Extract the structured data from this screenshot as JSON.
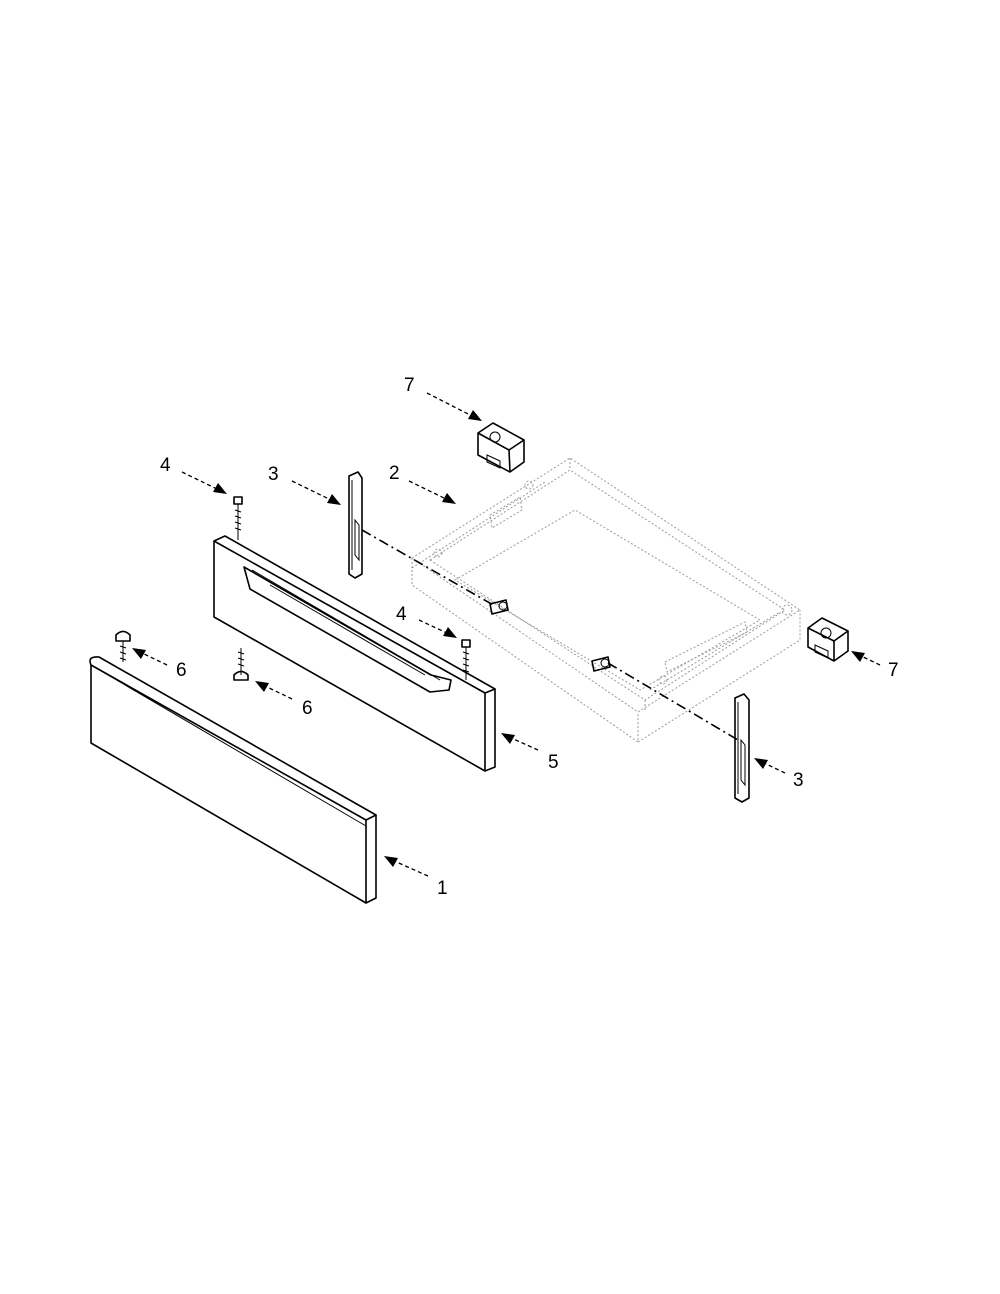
{
  "diagram": {
    "callouts": [
      {
        "id": "callout-7-top",
        "label": "7"
      },
      {
        "id": "callout-4-left",
        "label": "4"
      },
      {
        "id": "callout-3-left",
        "label": "3"
      },
      {
        "id": "callout-2",
        "label": "2"
      },
      {
        "id": "callout-4-mid",
        "label": "4"
      },
      {
        "id": "callout-6-upper",
        "label": "6"
      },
      {
        "id": "callout-6-lower",
        "label": "6"
      },
      {
        "id": "callout-5",
        "label": "5"
      },
      {
        "id": "callout-7-right",
        "label": "7"
      },
      {
        "id": "callout-3-right",
        "label": "3"
      },
      {
        "id": "callout-1",
        "label": "1"
      }
    ]
  }
}
